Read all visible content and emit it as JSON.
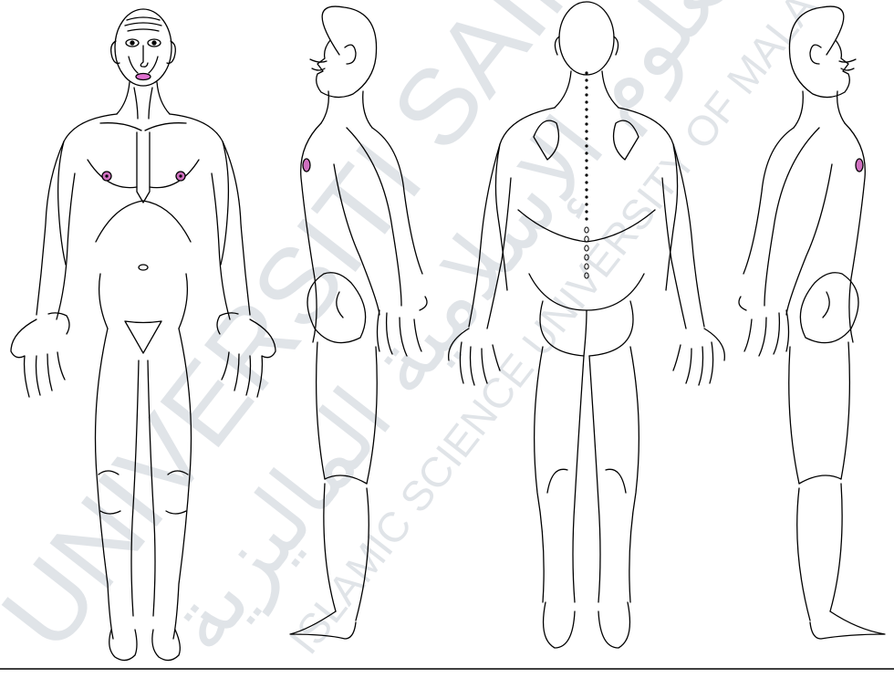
{
  "watermark": {
    "line1": "UNIVERSITI SAINS ISLAM MALAYSIA",
    "line2": "ISLAMIC SCIENCE UNIVERSITY OF MALAYSIA",
    "arabic": "جامعة العلوم الإسلامية الماليزية",
    "color": "#cfd4dc"
  },
  "figure": {
    "line_color": "#000000",
    "nipple_color": "#d070c0",
    "views": [
      {
        "id": "anterior",
        "label": ""
      },
      {
        "id": "right-lateral",
        "label": ""
      },
      {
        "id": "posterior",
        "label": ""
      },
      {
        "id": "left-lateral",
        "label": ""
      }
    ]
  }
}
